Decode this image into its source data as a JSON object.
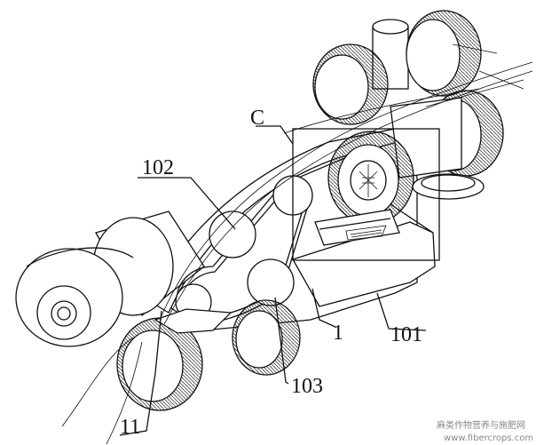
{
  "figure": {
    "labels": {
      "c": "C",
      "l102": "102",
      "l1": "1",
      "l101": "101",
      "l103": "103",
      "l11": "11"
    },
    "watermark": {
      "line1": "麻类作物营养与施肥网",
      "line2": "www.fibercrops.com"
    }
  }
}
